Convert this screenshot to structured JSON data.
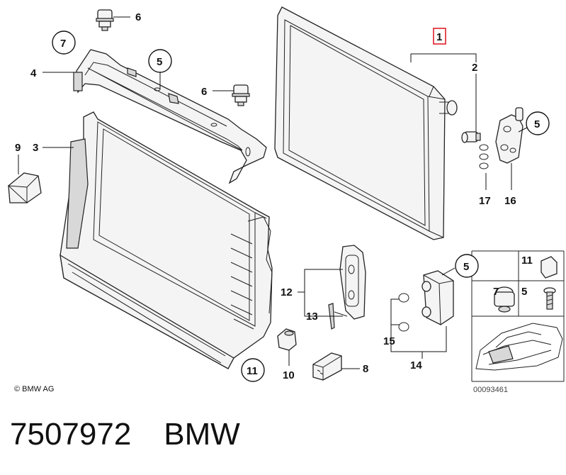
{
  "callouts": [
    {
      "id": "c6a",
      "text": "6",
      "circled": false
    },
    {
      "id": "c7",
      "text": "7",
      "circled": true
    },
    {
      "id": "c4",
      "text": "4",
      "circled": false
    },
    {
      "id": "c5a",
      "text": "5",
      "circled": true
    },
    {
      "id": "c6b",
      "text": "6",
      "circled": false
    },
    {
      "id": "c9",
      "text": "9",
      "circled": false
    },
    {
      "id": "c3",
      "text": "3",
      "circled": false
    },
    {
      "id": "c1",
      "text": "1",
      "circled": false,
      "boxed": true
    },
    {
      "id": "c2",
      "text": "2",
      "circled": false
    },
    {
      "id": "c5b",
      "text": "5",
      "circled": true
    },
    {
      "id": "c17",
      "text": "17",
      "circled": false
    },
    {
      "id": "c16",
      "text": "16",
      "circled": false
    },
    {
      "id": "c12",
      "text": "12",
      "circled": false
    },
    {
      "id": "c13",
      "text": "13",
      "circled": false
    },
    {
      "id": "c5c",
      "text": "5",
      "circled": true
    },
    {
      "id": "c15",
      "text": "15",
      "circled": false
    },
    {
      "id": "c14",
      "text": "14",
      "circled": false
    },
    {
      "id": "c10",
      "text": "10",
      "circled": false
    },
    {
      "id": "c8",
      "text": "8",
      "circled": false
    },
    {
      "id": "c11a",
      "text": "11",
      "circled": true
    },
    {
      "id": "c11b",
      "text": "11",
      "circled": false
    },
    {
      "id": "c7b",
      "text": "7",
      "circled": false
    },
    {
      "id": "c5d",
      "text": "5",
      "circled": false
    }
  ],
  "copyright": "© BMW AG",
  "diagram_ref": "00093461",
  "part_number": "7507972",
  "brand": "BMW",
  "colors": {
    "highlight_box": "#e0202a",
    "ink": "#111111",
    "part_fill": "#f4f4f4"
  }
}
